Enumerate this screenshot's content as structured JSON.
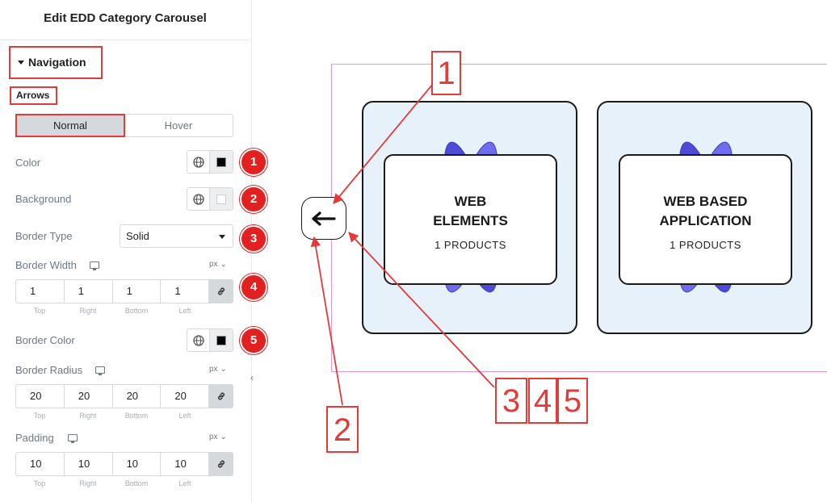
{
  "panel": {
    "title": "Edit EDD Category Carousel",
    "section": "Navigation",
    "subsection": "Arrows",
    "tabs": [
      "Normal",
      "Hover"
    ],
    "color_label": "Color",
    "background_label": "Background",
    "border_type_label": "Border Type",
    "border_type_value": "Solid",
    "border_width_label": "Border Width",
    "border_width_unit": "px ⌄",
    "border_width_values": [
      "1",
      "1",
      "1",
      "1"
    ],
    "dim_labels": [
      "Top",
      "Right",
      "Bottom",
      "Left"
    ],
    "border_color_label": "Border Color",
    "border_radius_label": "Border Radius",
    "border_radius_unit": "px ⌄",
    "border_radius_values": [
      "20",
      "20",
      "20",
      "20"
    ],
    "padding_label": "Padding",
    "padding_unit": "px ⌄",
    "padding_values": [
      "10",
      "10",
      "10",
      "10"
    ],
    "badges": [
      "1",
      "2",
      "3",
      "4",
      "5"
    ],
    "color_swatch": "#000000",
    "background_swatch": "#ffffff",
    "border_color_swatch": "#000000"
  },
  "preview": {
    "cards": [
      {
        "name": "WEB\nELEMENTS",
        "line1": "WEB",
        "line2": "ELEMENTS",
        "count": "1 PRODUCTS"
      },
      {
        "name": "WEB BASED APPLICATION",
        "line1": "WEB BASED",
        "line2": "APPLICATION",
        "count": "1 PRODUCTS"
      }
    ]
  },
  "callouts": [
    "1",
    "2",
    "3",
    "4",
    "5"
  ],
  "colors": {
    "accent_red": "#e33a3a",
    "badge_red": "#e41f1f",
    "card_bg": "#e6f1fa",
    "flower": "#5b58e6"
  }
}
